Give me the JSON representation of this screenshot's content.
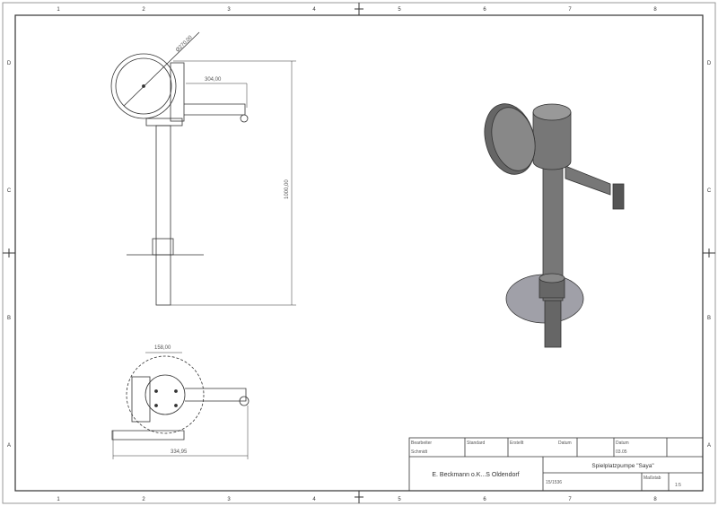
{
  "border": {
    "columns": [
      "1",
      "2",
      "3",
      "4",
      "5",
      "6",
      "7",
      "8"
    ],
    "rows": [
      "D",
      "C",
      "B",
      "A"
    ]
  },
  "dimensions": {
    "diameter": "Ø270,00",
    "arm_length": "304,00",
    "height": "1000,00",
    "top_width": "158,00",
    "total_width": "334,95"
  },
  "title_block": {
    "labels": [
      "Bearbeiter",
      "Standard",
      "Erstellt",
      "Datum",
      "Datum"
    ],
    "drawn_by": "Schmidt",
    "date": "03.05",
    "company": "E. Beckmann o.K...S Oldendorf",
    "title": "Spielplatzpumpe \"Saya\"",
    "drawing_number": "15/1536",
    "scale_label": "Maßstab",
    "scale": "1:5"
  },
  "colors": {
    "line": "#333333",
    "part": "#777777",
    "part_dark": "#555555",
    "disc": "#a0a0a8"
  }
}
